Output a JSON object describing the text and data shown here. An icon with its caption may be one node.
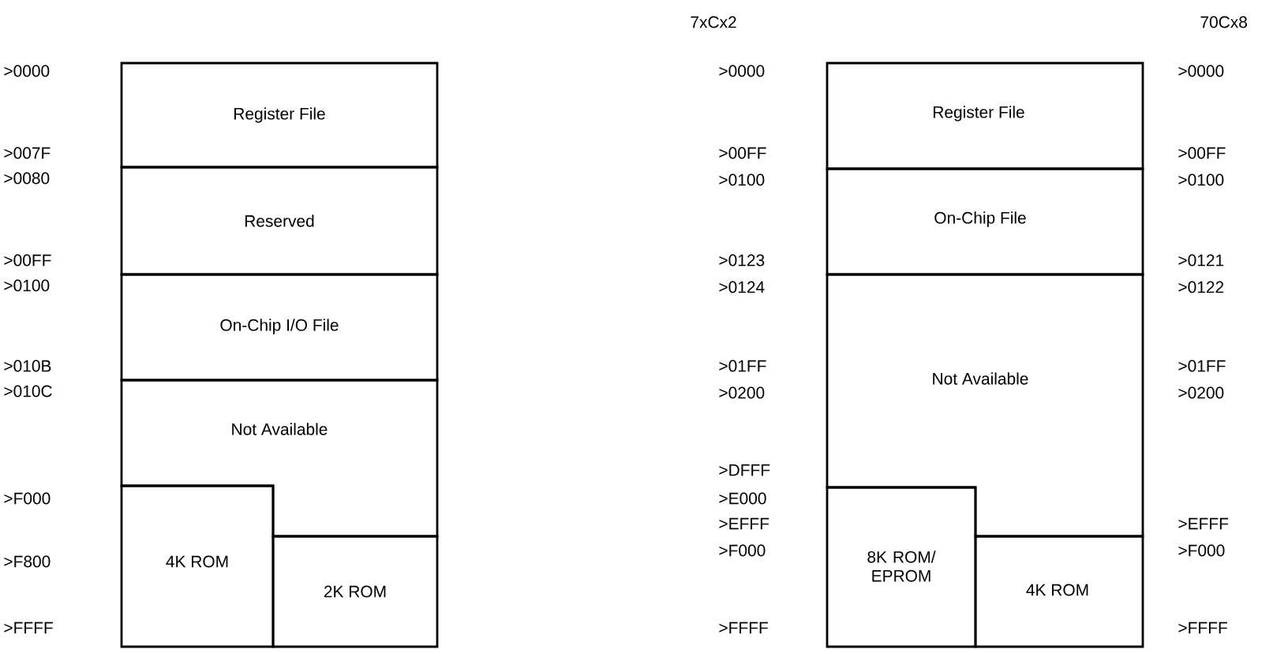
{
  "diagram": {
    "nodes": [
      {
        "text": [
          "Register File"
        ]
      },
      {
        "text": [
          "Reserved"
        ]
      },
      {
        "text": [
          "On-Chip I/O File"
        ]
      },
      {
        "text": [
          "Not Available"
        ]
      },
      {
        "text": [
          "4K ROM"
        ]
      },
      {
        "text": [
          "2K ROM"
        ]
      },
      {
        "text": [
          "Register File"
        ]
      },
      {
        "text": [
          "On-Chip File"
        ]
      },
      {
        "text": [
          "Not Available"
        ]
      },
      {
        "text": [
          "8K ROM/ EPROM"
        ]
      },
      {
        "text": [
          "4K ROM"
        ]
      }
    ],
    "labels": [
      ">0000",
      ">007F",
      ">0080",
      ">00FF",
      ">0100",
      ">010B",
      ">010C",
      ">F000",
      ">F800",
      ">FFFF",
      "7xCx2",
      ">0000",
      ">00FF",
      ">0100",
      ">0123",
      ">0124",
      ">01FF",
      ">0200",
      ">DFFF",
      ">E000",
      ">EFFF",
      ">F000",
      ">FFFF",
      "70Cx8",
      ">0000",
      ">00FF",
      ">0100",
      ">0121",
      ">0122",
      ">01FF",
      ">0200",
      ">EFFF",
      ">F000",
      ">FFFF"
    ]
  }
}
